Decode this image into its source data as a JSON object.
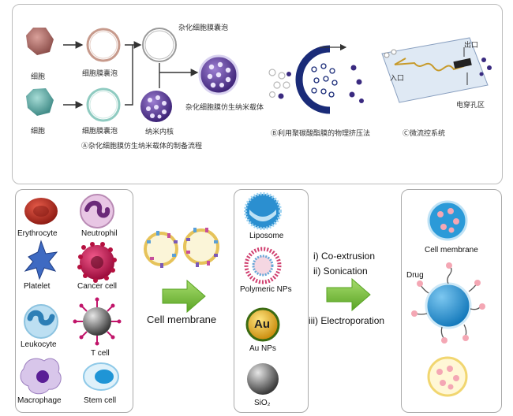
{
  "top": {
    "label_cell_1": "细胞",
    "label_vesicle_1": "细胞膜囊泡",
    "label_cell_2": "细胞",
    "label_vesicle_2": "细胞膜囊泡",
    "label_hybrid_vesicle": "杂化细胞膜囊泡",
    "label_nanocore": "纳米内核",
    "label_hybrid_nanocarrier": "杂化细胞膜仿生纳米载体",
    "caption_a": "Ⓐ杂化细胞膜仿生纳米载体的制备流程",
    "caption_b": "Ⓑ利用聚碳酸酯膜的物理挤压法",
    "caption_c": "Ⓒ微流控系统",
    "label_inlet": "入口",
    "label_outlet": "出口",
    "label_electroporation_zone": "电穿孔区"
  },
  "sources": {
    "cells": [
      {
        "name": "Erythrocyte"
      },
      {
        "name": "Neutrophil"
      },
      {
        "name": "Platelet"
      },
      {
        "name": "Cancer cell"
      },
      {
        "name": "Leukocyte"
      },
      {
        "name": "T cell"
      },
      {
        "name": "Macrophage"
      },
      {
        "name": "Stem cell"
      }
    ]
  },
  "middle": {
    "cell_membrane": "Cell  membrane"
  },
  "cores": {
    "items": [
      {
        "name": "Liposome"
      },
      {
        "name": "Polymeric NPs"
      },
      {
        "name": "Au NPs",
        "symbol": "Au"
      },
      {
        "name": "SiO₂"
      }
    ]
  },
  "methods": {
    "co_extrusion": "i) Co-extrusion",
    "sonication": "ii) Sonication",
    "electroporation": "iii) Electroporation"
  },
  "products": {
    "cell_membrane": "Cell membrane",
    "drug": "Drug"
  },
  "colors": {
    "arrow_green": "#7cc242",
    "core_blue": "#2b9ad8",
    "au_gold": "#e7b21e"
  }
}
